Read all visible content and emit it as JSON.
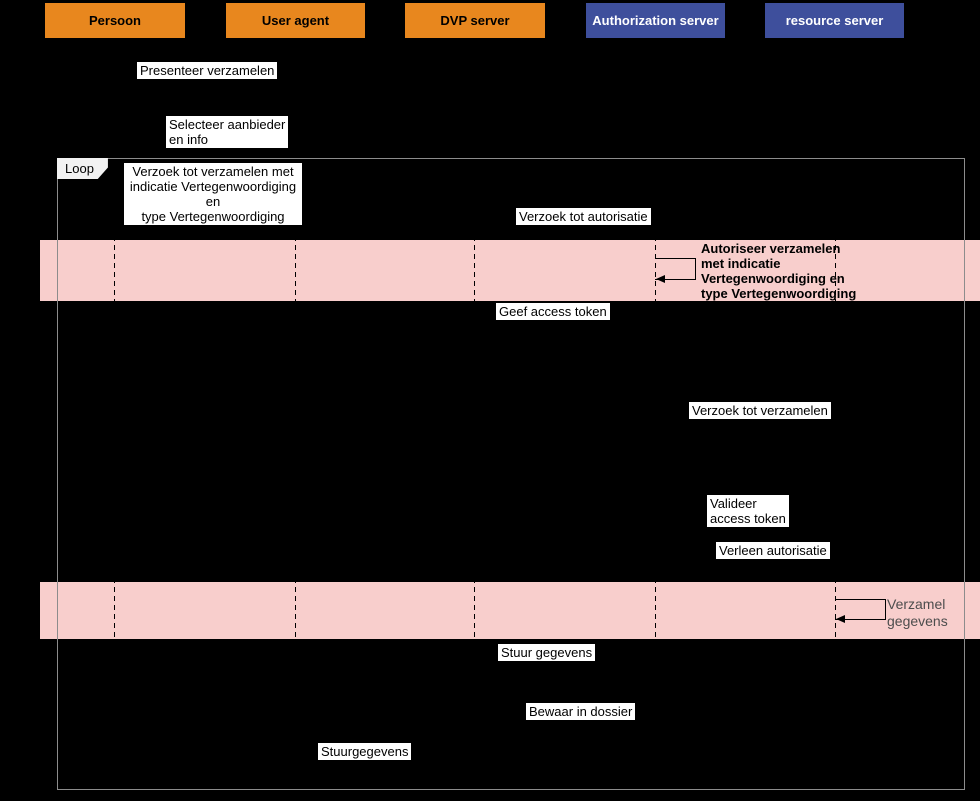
{
  "diagram": {
    "type": "sequence-diagram",
    "language": "nl",
    "background_color": "#000000"
  },
  "colors": {
    "actor_orange": "#E8871E",
    "actor_blue": "#3E4F9C",
    "highlight_pink": "#F8CECC",
    "frame_gray": "#8C8C8C",
    "label_background": "#FFFFFF",
    "gray_text": "#4D4D4D"
  },
  "actors": [
    {
      "label": "Persoon",
      "style": "orange"
    },
    {
      "label": "User agent",
      "style": "orange"
    },
    {
      "label": "DVP server",
      "style": "orange"
    },
    {
      "label": "Authorization server",
      "style": "blue"
    },
    {
      "label": "resource server",
      "style": "blue"
    }
  ],
  "loop": {
    "label": "Loop"
  },
  "messages": {
    "presenteer": "Presenteer verzamelen",
    "selecteer": "Selecteer aanbieder\nen info",
    "loop_request": "Verzoek tot verzamelen met\nindicatie Vertegenwoordiging en\ntype Vertegenwoordiging",
    "verzoek_autorisatie": "Verzoek tot autorisatie",
    "autoriseer": "Autoriseer verzamelen\nmet indicatie\nVertegenwoordiging en\ntype Vertegenwoordiging",
    "geef_access_token": "Geef access token",
    "verzoek_verzamelen": "Verzoek tot verzamelen",
    "valideer": "Valideer\naccess token",
    "verleen_autorisatie": "Verleen autorisatie",
    "verzamel_gegevens": "Verzamel\ngegevens",
    "stuur_gegevens": "Stuur gegevens",
    "bewaar_in_dossier": "Bewaar in dossier",
    "stuurgegevens": "Stuurgegevens"
  }
}
